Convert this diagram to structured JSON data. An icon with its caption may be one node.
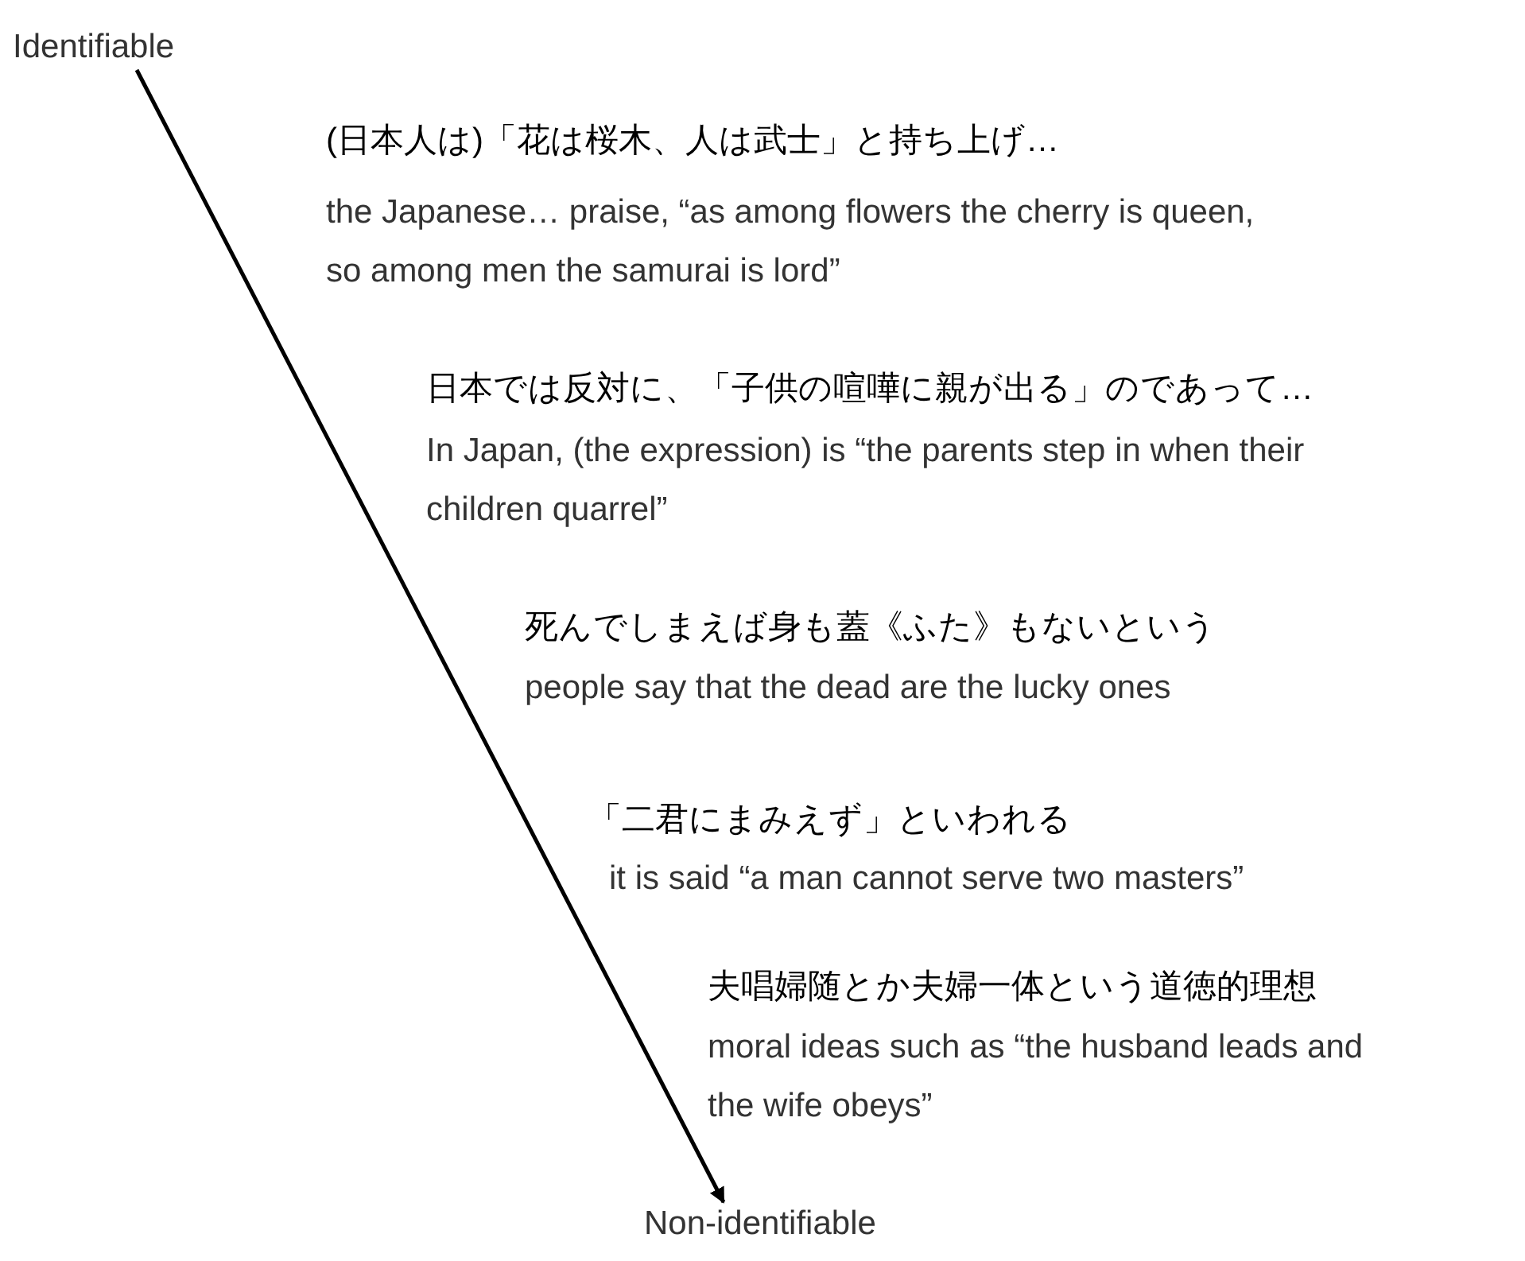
{
  "diagram": {
    "nodes": [
      {
        "text": [
          "Identifiable"
        ]
      },
      {
        "text": [
          "Non-identifiable"
        ]
      }
    ],
    "edges": [
      {
        "from": 0,
        "to": 1,
        "arrow": "to"
      }
    ],
    "labels": [
      "(日本人は)「花は桜木、人は武士」と持ち上げ…",
      "the Japanese… praise, “as among flowers the cherry is queen, so among men the samurai is lord”",
      "日本では反対に、「子供の喧嘩に親が出る」のであって…",
      "In Japan, (the expression) is “the parents step in when their children quarrel”",
      "死んでしまえば身も蓋《ふた》もないという",
      "people say that the dead are the lucky ones",
      "「二君にまみえず」といわれる",
      "it is said “a man cannot serve two masters”",
      "夫唱婦随とか夫婦一体という道徳的理想",
      "moral ideas such as “the husband leads and the wife obeys”"
    ]
  }
}
